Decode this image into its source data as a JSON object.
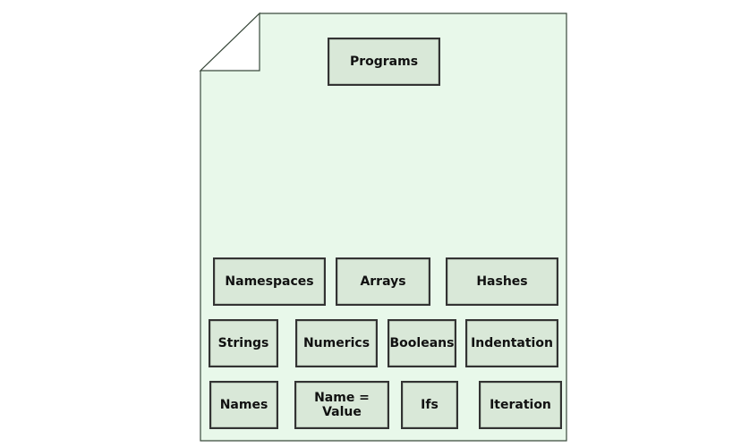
{
  "colors": {
    "page_fill": "#e8f8ea",
    "page_stroke": "#3a4a3c",
    "fold_fill": "#ffffff",
    "box_fill": "#d9e8d8",
    "box_border": "#333333",
    "text": "#111111"
  },
  "title_box": "Programs",
  "rows": [
    [
      "Namespaces",
      "Arrays",
      "Hashes"
    ],
    [
      "Strings",
      "Numerics",
      "Booleans",
      "Indentation"
    ],
    [
      "Names",
      "Name =\nValue",
      "Ifs",
      "Iteration"
    ]
  ]
}
